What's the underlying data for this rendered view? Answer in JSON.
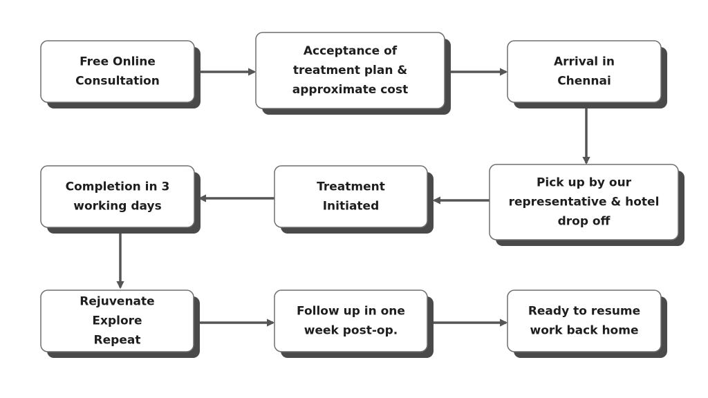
{
  "colors": {
    "box_fill": "#ffffff",
    "box_stroke": "#6e6e6e",
    "shadow": "#4a4a4a",
    "arrow": "#555555",
    "text": "#1e1e1e"
  },
  "steps": [
    {
      "id": "free-online-consultation",
      "lines": [
        "Free Online",
        "Consultation"
      ]
    },
    {
      "id": "acceptance-of-treatment-plan",
      "lines": [
        "Acceptance of",
        "treatment plan &",
        "approximate cost"
      ]
    },
    {
      "id": "arrival-in-chennai",
      "lines": [
        "Arrival in",
        "Chennai"
      ]
    },
    {
      "id": "pick-up-by-representative",
      "lines": [
        "Pick up by our",
        "representative & hotel",
        "drop off"
      ]
    },
    {
      "id": "treatment-initiated",
      "lines": [
        "Treatment",
        "Initiated"
      ]
    },
    {
      "id": "completion-in-3-working-days",
      "lines": [
        "Completion in 3",
        "working days"
      ]
    },
    {
      "id": "rejuvenate-explore-repeat",
      "lines": [
        "Rejuvenate",
        "Explore",
        "Repeat"
      ]
    },
    {
      "id": "follow-up-in-one-week",
      "lines": [
        "Follow up in one",
        "week post-op."
      ]
    },
    {
      "id": "ready-to-resume-work",
      "lines": [
        "Ready to resume",
        "work back home"
      ]
    }
  ],
  "connections": [
    {
      "from": "free-online-consultation",
      "to": "acceptance-of-treatment-plan"
    },
    {
      "from": "acceptance-of-treatment-plan",
      "to": "arrival-in-chennai"
    },
    {
      "from": "arrival-in-chennai",
      "to": "pick-up-by-representative"
    },
    {
      "from": "pick-up-by-representative",
      "to": "treatment-initiated"
    },
    {
      "from": "treatment-initiated",
      "to": "completion-in-3-working-days"
    },
    {
      "from": "completion-in-3-working-days",
      "to": "rejuvenate-explore-repeat"
    },
    {
      "from": "rejuvenate-explore-repeat",
      "to": "follow-up-in-one-week"
    },
    {
      "from": "follow-up-in-one-week",
      "to": "ready-to-resume-work"
    }
  ]
}
